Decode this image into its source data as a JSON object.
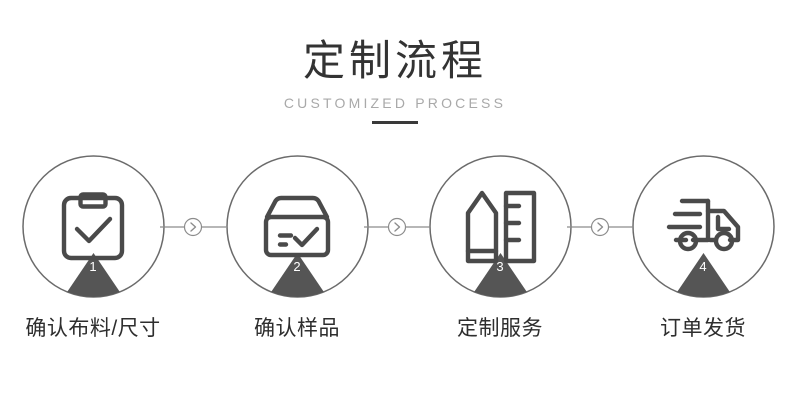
{
  "header": {
    "title": "定制流程",
    "subtitle": "CUSTOMIZED PROCESS"
  },
  "colors": {
    "title": "#333333",
    "subtitle": "#a9a9a9",
    "divider": "#3a3a3a",
    "circle_stroke": "#6b6b6b",
    "icon_stroke": "#4a4a4a",
    "badge_fill": "#555555",
    "badge_text": "#ffffff",
    "label": "#2e2e2e",
    "connector": "#8c8c8c",
    "background": "#ffffff"
  },
  "steps": [
    {
      "number": "1",
      "label": "确认布料/尺寸",
      "icon": "clipboard-check-icon"
    },
    {
      "number": "2",
      "label": "确认样品",
      "icon": "box-check-icon"
    },
    {
      "number": "3",
      "label": "定制服务",
      "icon": "pencil-ruler-icon"
    },
    {
      "number": "4",
      "label": "订单发货",
      "icon": "delivery-truck-icon"
    }
  ],
  "connectors": [
    {
      "icon": "chevron-right-circle-icon"
    },
    {
      "icon": "chevron-right-circle-icon"
    },
    {
      "icon": "chevron-right-circle-icon"
    }
  ]
}
